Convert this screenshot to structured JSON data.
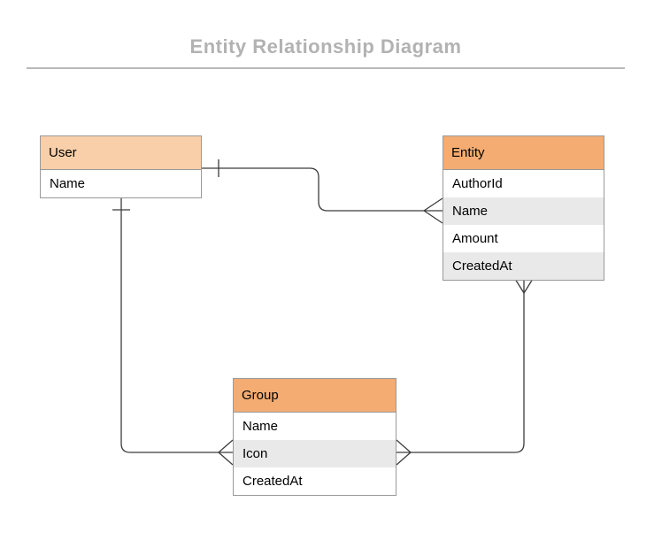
{
  "header": {
    "title": "Entity Relationship Diagram"
  },
  "entities": [
    {
      "name": "User",
      "fields": [
        "Name"
      ]
    },
    {
      "name": "Entity",
      "fields": [
        "AuthorId",
        "Name",
        "Amount",
        "CreatedAt"
      ]
    },
    {
      "name": "Group",
      "fields": [
        "Name",
        "Icon",
        "CreatedAt"
      ]
    }
  ],
  "relationships": [
    {
      "from": "User",
      "to": "Entity",
      "from_cardinality": "one",
      "to_cardinality": "many",
      "from_anchor": "User right side",
      "to_anchor": "Entity.Name row left side"
    },
    {
      "from": "User",
      "to": "Group",
      "from_cardinality": "one",
      "to_cardinality": "many",
      "from_anchor": "User bottom side",
      "to_anchor": "Group.Icon row left side"
    },
    {
      "from": "Entity",
      "to": "Group",
      "from_cardinality": "many",
      "to_cardinality": "many",
      "from_anchor": "Entity bottom side",
      "to_anchor": "Group.Icon row right side"
    }
  ],
  "colors": {
    "title_color": "#b2b2b2",
    "divider_color": "#b9b9b9",
    "user_header_bg": "#f8cfa9",
    "entity_header_bg": "#f4ac72",
    "group_header_bg": "#f4ac72",
    "row_alt_bg": "#e9e9e9",
    "table_border": "#999999",
    "connector": "#3c3c3c"
  }
}
